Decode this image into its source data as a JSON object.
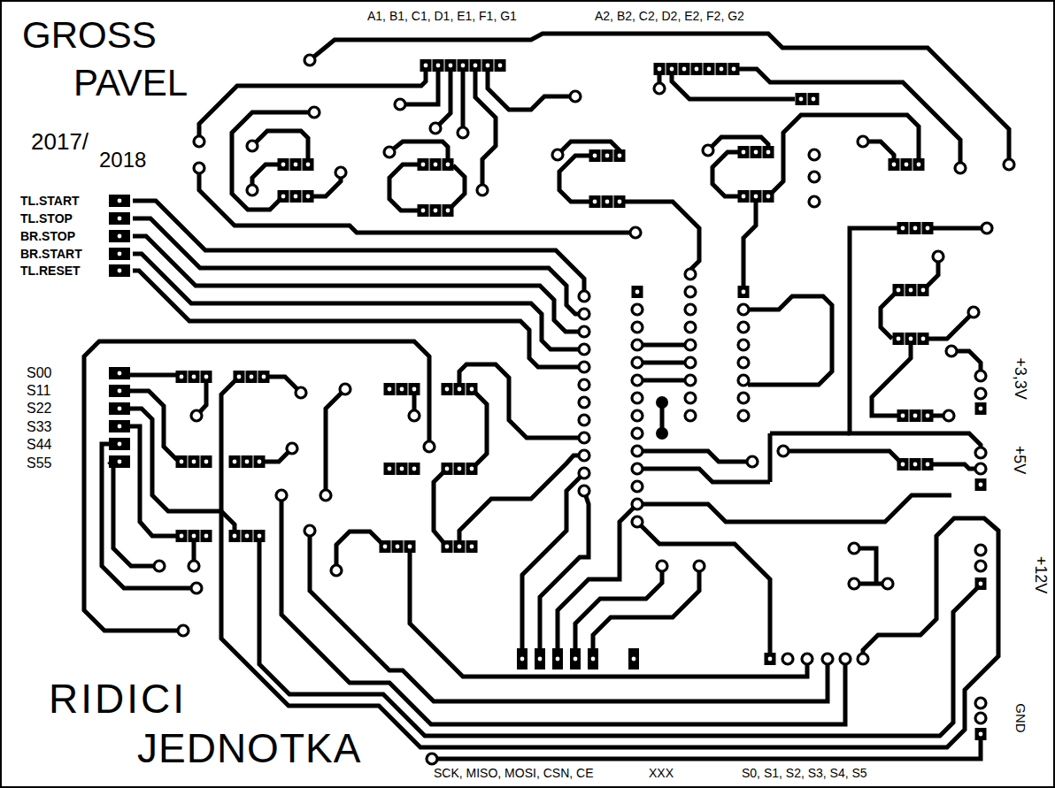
{
  "diagram": {
    "labels": [
      "A1, B1, C1, D1, E1, F1, G1",
      "A2, B2, C2, D2, E2, F2, G2",
      "GROSS",
      "PAVEL",
      "2017/",
      "2018",
      "TL.START",
      "TL.STOP",
      "BR.STOP",
      "BR.START",
      "TL.RESET",
      "S00",
      "S11",
      "S22",
      "S33",
      "S44",
      "S55",
      "+3,3V",
      "+5V",
      "+12V",
      "GND",
      "RIDICI",
      "JEDNOTKA",
      "SCK, MISO, MOSI, CSN, CE",
      "XXX",
      "S0, S1, S2, S3, S4, S5"
    ]
  }
}
